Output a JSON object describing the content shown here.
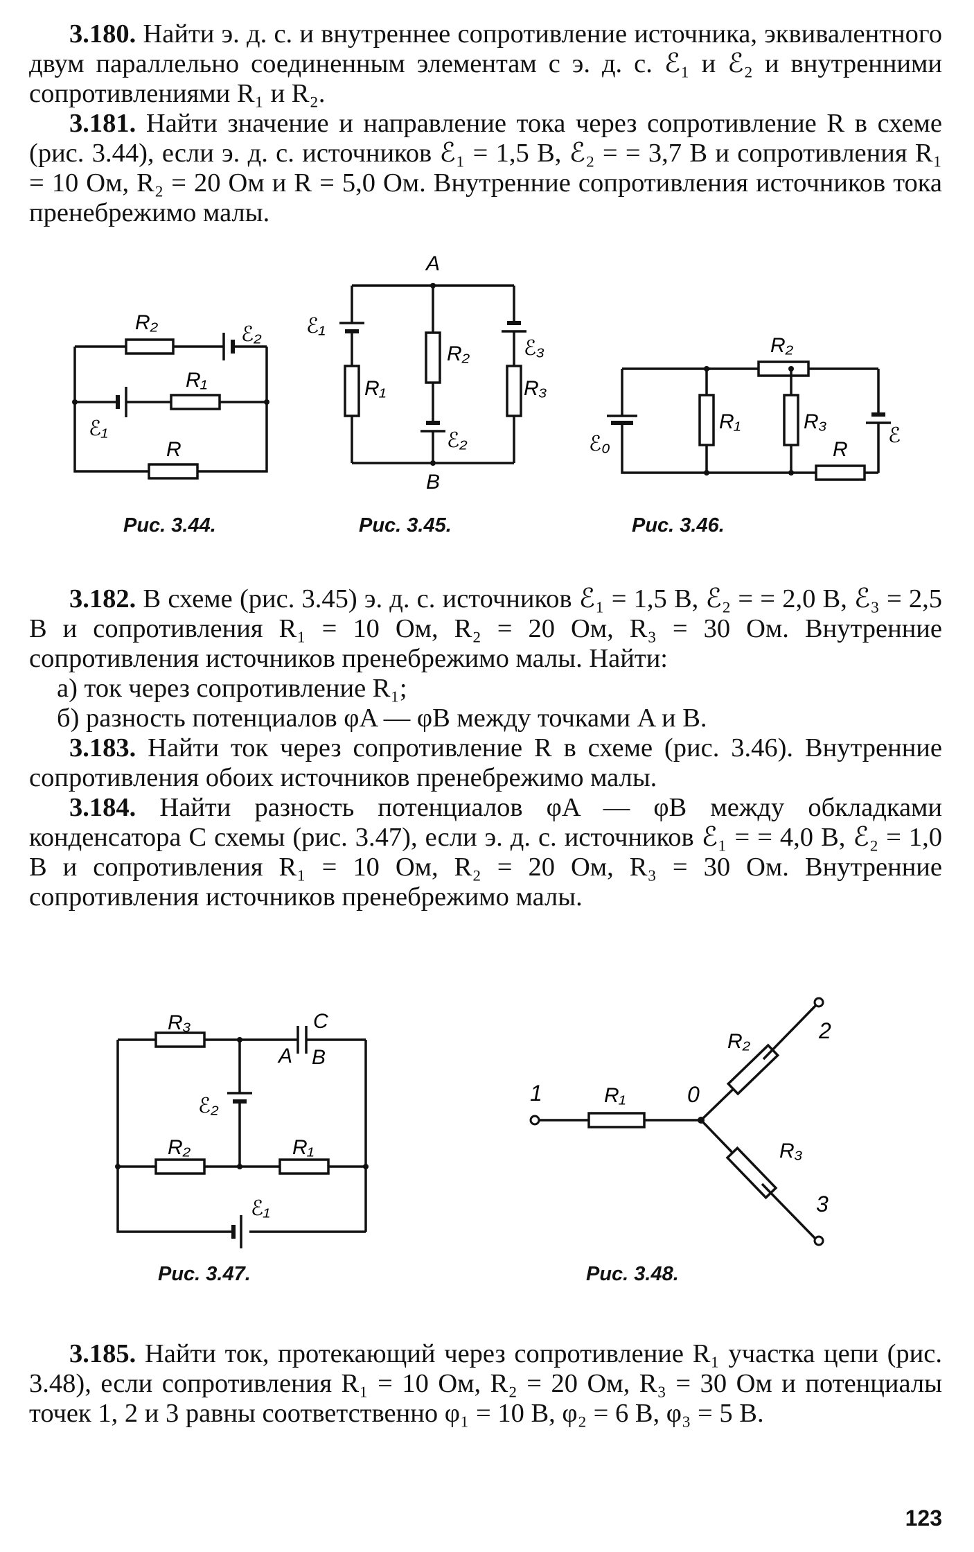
{
  "problems": {
    "p180": {
      "num": "3.180.",
      "text": "Найти э. д. с. и внутреннее сопротивление источника, эквивалентного двум параллельно соединенным элементам с э. д. с. ℰ₁ и ℰ₂ и внутренними сопротивлениями R₁ и R₂."
    },
    "p181": {
      "num": "3.181.",
      "text": "Найти значение и направление тока через сопротивление R в схеме (рис. 3.44), если э. д. с. источников ℰ₁ = 1,5 В, ℰ₂ = = 3,7 В и сопротивления R₁ = 10 Ом, R₂ = 20 Ом и R = 5,0 Ом. Внутренние сопротивления источников тока пренебрежимо малы."
    },
    "p182": {
      "num": "3.182.",
      "text": "В схеме (рис. 3.45) э. д. с. источников ℰ₁ = 1,5 В, ℰ₂ = = 2,0 В, ℰ₃ = 2,5 В и сопротивления R₁ = 10 Ом, R₂ = 20 Ом, R₃ = 30 Ом. Внутренние сопротивления источников пренебрежимо малы. Найти:",
      "a": "а) ток через сопротивление R₁;",
      "b": "б) разность потенциалов φA — φB между точками A и B."
    },
    "p183": {
      "num": "3.183.",
      "text": "Найти ток через сопротивление R в схеме (рис. 3.46). Внутренние сопротивления обоих источников пренебрежимо малы."
    },
    "p184": {
      "num": "3.184.",
      "text": "Найти разность потенциалов φA — φB между обкладками конденсатора C схемы (рис. 3.47), если э. д. с. источников ℰ₁ = = 4,0 В, ℰ₂ = 1,0 В и сопротивления R₁ = 10 Ом, R₂ = 20 Ом, R₃ = 30 Ом. Внутренние сопротивления источников пренебрежимо малы."
    },
    "p185": {
      "num": "3.185.",
      "text": "Найти ток, протекающий через сопротивление R₁ участка цепи (рис. 3.48), если сопротивления R₁ = 10 Ом, R₂ = 20 Ом, R₃ = 30 Ом и потенциалы точек 1, 2 и 3 равны соответственно φ₁ = 10 В, φ₂ = 6 В, φ₃ = 5 В."
    }
  },
  "figures": {
    "f344": {
      "caption": "Рис. 3.44.",
      "labels": {
        "R2": "R₂",
        "E2": "ℰ₂",
        "R1": "R₁",
        "E1": "ℰ₁",
        "R": "R"
      }
    },
    "f345": {
      "caption": "Рис. 3.45.",
      "labels": {
        "A": "A",
        "B": "B",
        "E1": "ℰ₁",
        "R1": "R₁",
        "R2": "R₂",
        "E2": "ℰ₂",
        "E3": "ℰ₃",
        "R3": "R₃"
      }
    },
    "f346": {
      "caption": "Рис. 3.46.",
      "labels": {
        "R2": "R₂",
        "E0": "ℰ₀",
        "R1": "R₁",
        "R3": "R₃",
        "R": "R",
        "E": "ℰ"
      }
    },
    "f347": {
      "caption": "Рис. 3.47.",
      "labels": {
        "R3": "R₃",
        "C": "C",
        "A": "A",
        "B": "B",
        "E2": "ℰ₂",
        "R2": "R₂",
        "R1": "R₁",
        "E1": "ℰ₁"
      }
    },
    "f348": {
      "caption": "Рис. 3.48.",
      "labels": {
        "n1": "1",
        "R1": "R₁",
        "O": "0",
        "R2": "R₂",
        "n2": "2",
        "R3": "R₃",
        "n3": "3"
      }
    }
  },
  "page_number": "123"
}
